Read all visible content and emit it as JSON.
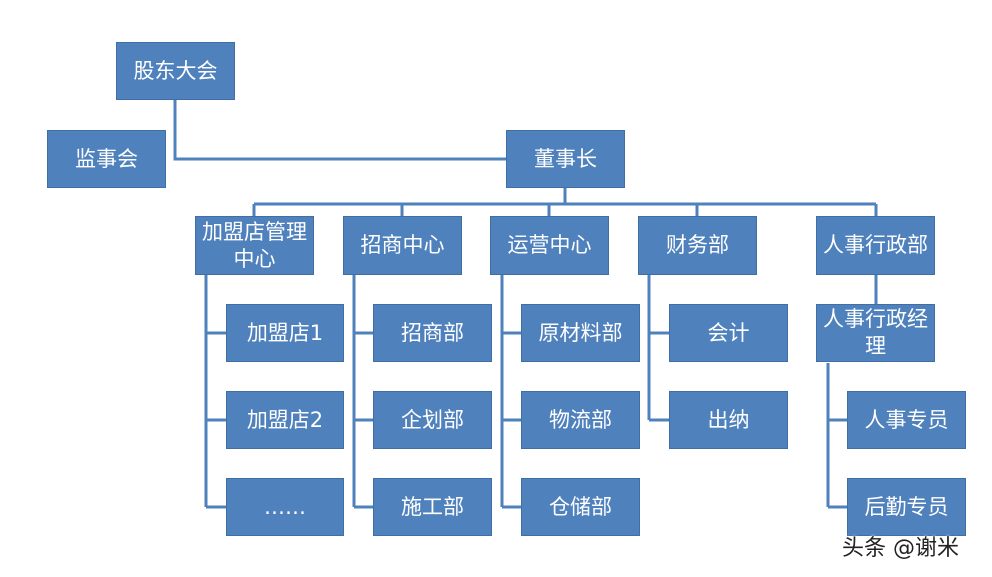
{
  "chart": {
    "root": "股东大会",
    "supervisor": "监事会",
    "chairman": "董事长",
    "departments": [
      {
        "name": "加盟店管理中心",
        "children": [
          "加盟店1",
          "加盟店2",
          "……"
        ]
      },
      {
        "name": "招商中心",
        "children": [
          "招商部",
          "企划部",
          "施工部"
        ]
      },
      {
        "name": "运营中心",
        "children": [
          "原材料部",
          "物流部",
          "仓储部"
        ]
      },
      {
        "name": "财务部",
        "children": [
          "会计",
          "出纳"
        ]
      },
      {
        "name": "人事行政部",
        "manager": "人事行政经理",
        "children": [
          "人事专员",
          "后勤专员"
        ]
      }
    ]
  },
  "colors": {
    "box": "#4f81bd",
    "line": "#4f81bd",
    "text": "#ffffff"
  },
  "watermark": "头条 @谢米"
}
